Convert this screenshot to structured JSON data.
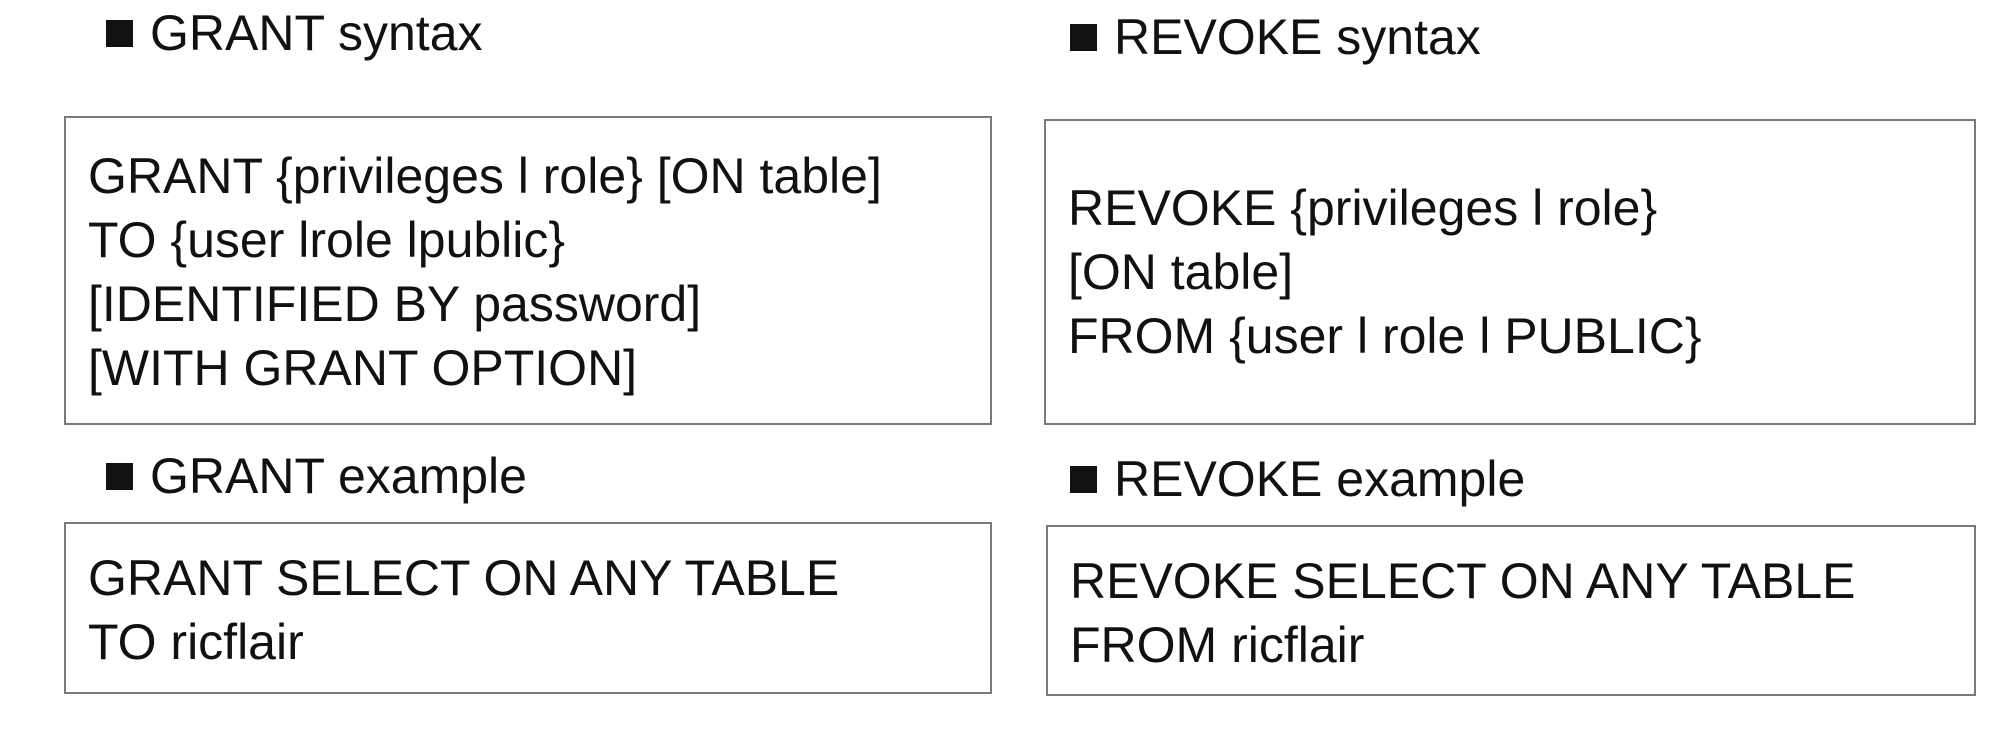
{
  "grant_syntax": {
    "heading": "GRANT syntax",
    "lines": [
      "GRANT {privileges l role} [ON table]",
      "TO {user lrole lpublic}",
      "[IDENTIFIED BY password]",
      "[WITH GRANT OPTION]"
    ]
  },
  "revoke_syntax": {
    "heading": "REVOKE syntax",
    "lines": [
      "REVOKE {privileges l role}",
      "[ON table]",
      "FROM {user l role l PUBLIC}"
    ]
  },
  "grant_example": {
    "heading": "GRANT example",
    "lines": [
      "GRANT SELECT ON ANY TABLE",
      "TO ricflair"
    ]
  },
  "revoke_example": {
    "heading": "REVOKE example",
    "lines": [
      "REVOKE SELECT ON ANY TABLE",
      "FROM ricflair"
    ]
  },
  "colors": {
    "text": "#111111",
    "border": "#7a7a7a",
    "bullet": "#111111"
  }
}
